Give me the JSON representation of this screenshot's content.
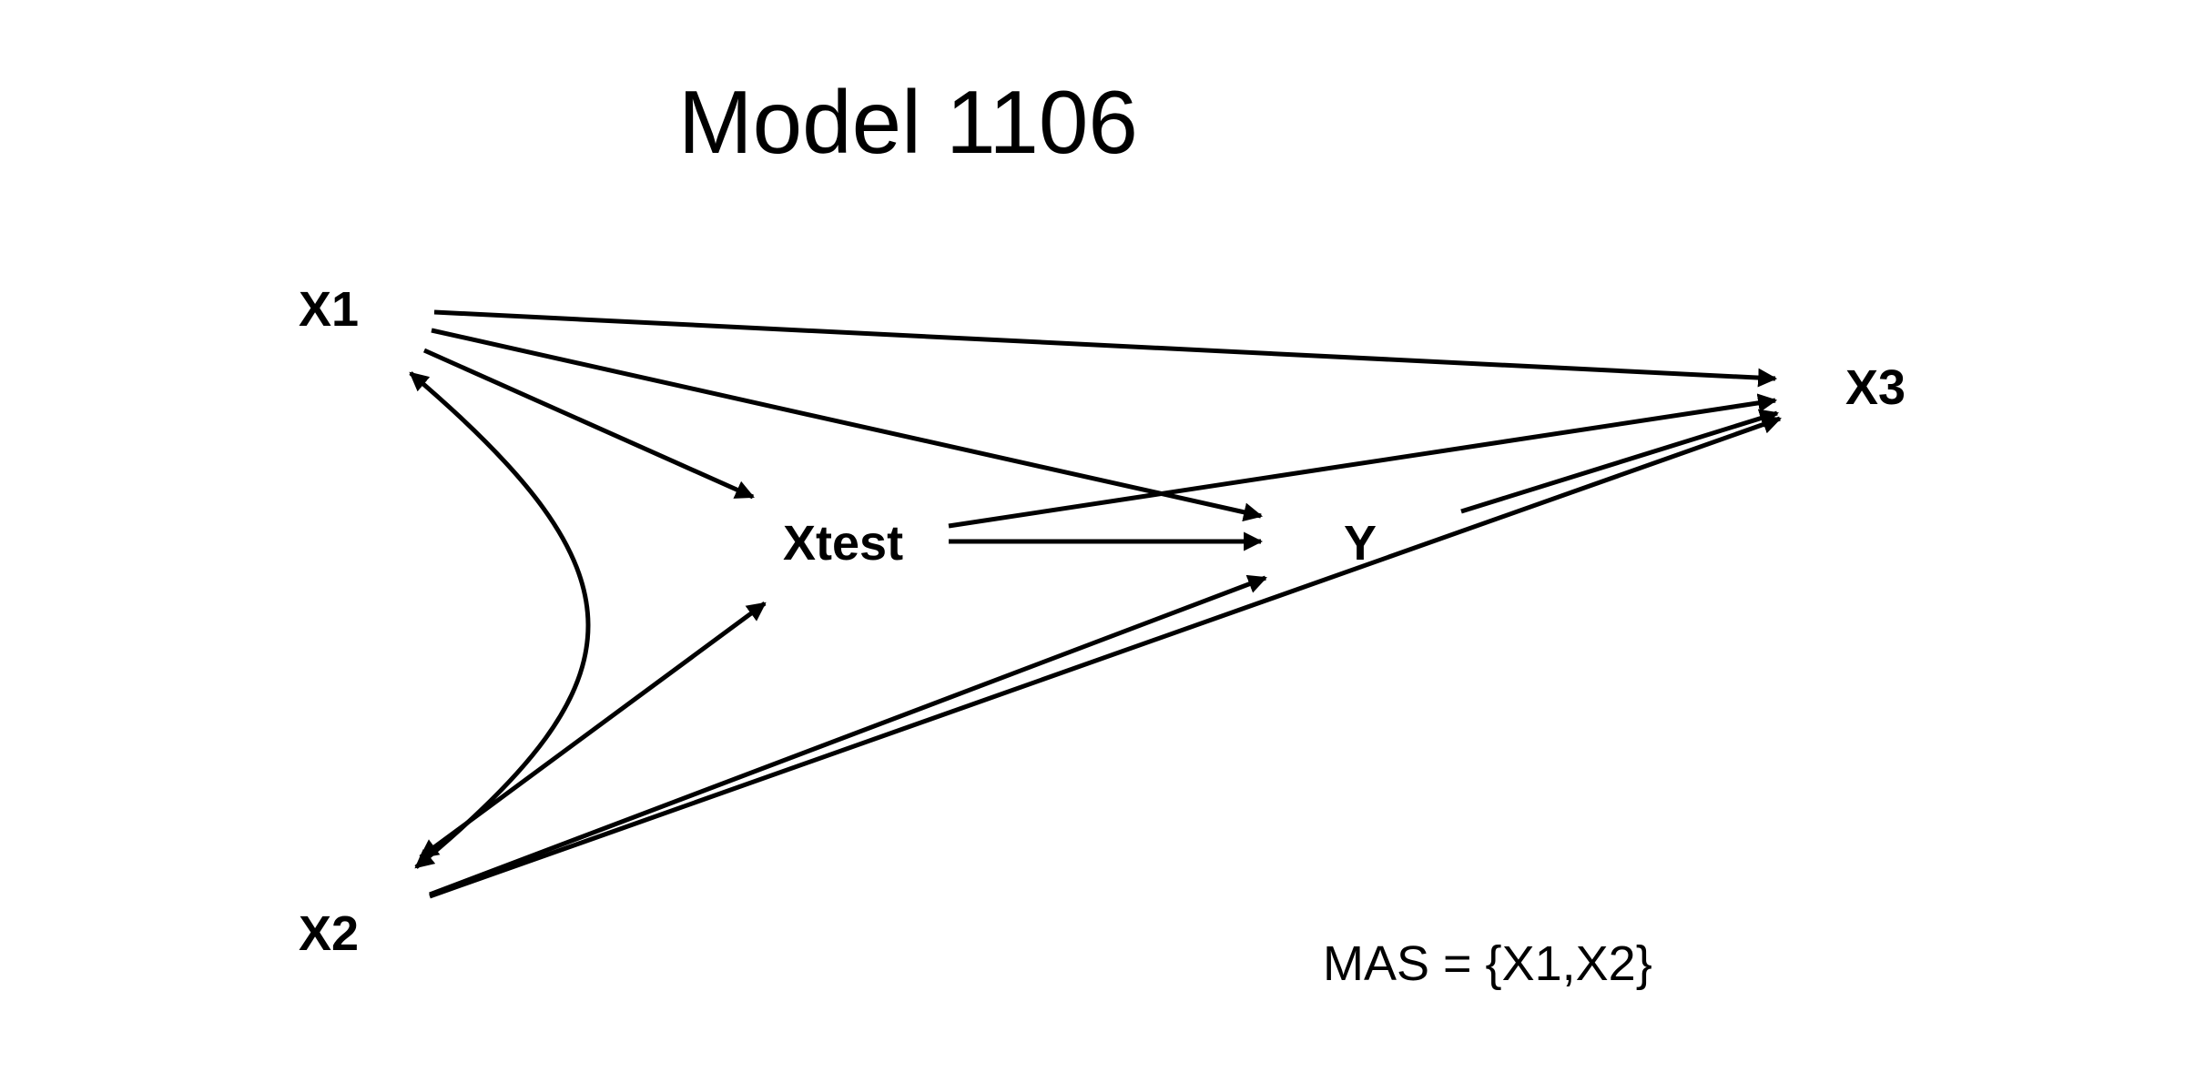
{
  "title": "Model 1106",
  "nodes": [
    {
      "id": "X1",
      "label": "X1"
    },
    {
      "id": "X2",
      "label": "X2"
    },
    {
      "id": "X3",
      "label": "X3"
    },
    {
      "id": "Xtest",
      "label": "Xtest"
    },
    {
      "id": "Y",
      "label": "Y"
    }
  ],
  "edges": [
    {
      "from": "X1",
      "to": "X3",
      "type": "directed"
    },
    {
      "from": "X1",
      "to": "Y",
      "type": "directed"
    },
    {
      "from": "X1",
      "to": "Xtest",
      "type": "directed"
    },
    {
      "from": "X1",
      "to": "X2",
      "type": "bidirected"
    },
    {
      "from": "X2",
      "to": "Xtest",
      "type": "bidirected"
    },
    {
      "from": "X2",
      "to": "Y",
      "type": "directed"
    },
    {
      "from": "X2",
      "to": "X3",
      "type": "directed"
    },
    {
      "from": "Xtest",
      "to": "Y",
      "type": "directed"
    },
    {
      "from": "Xtest",
      "to": "X3",
      "type": "directed"
    },
    {
      "from": "Y",
      "to": "X3",
      "type": "directed"
    }
  ],
  "footer": "MAS = {X1,X2}"
}
